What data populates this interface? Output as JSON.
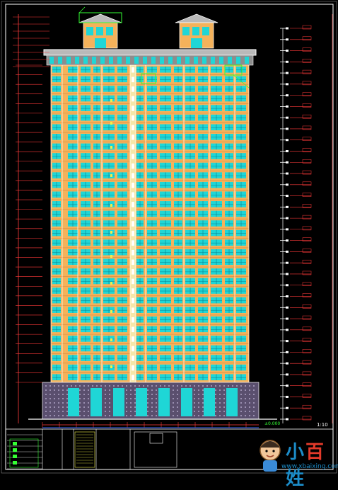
{
  "viewer": {
    "background": "#000000",
    "frame_color": "#ffffff",
    "cad_colors": {
      "wall": "#f4b25b",
      "window": "#1fd6d6",
      "outline": "#ffffff",
      "dimension": "#ff3b3b",
      "annotation": "#f2ef4a",
      "green": "#33ff33",
      "roof": "#b9b9b9",
      "podium": "#5a4f6e",
      "blue_line": "#3f6dff"
    }
  },
  "drawing": {
    "floor_count": 33,
    "scale_label": "1:10",
    "ground_label": "±0.000"
  },
  "watermark": {
    "brand": "小百姓",
    "url": "www.xbaixing.com"
  }
}
